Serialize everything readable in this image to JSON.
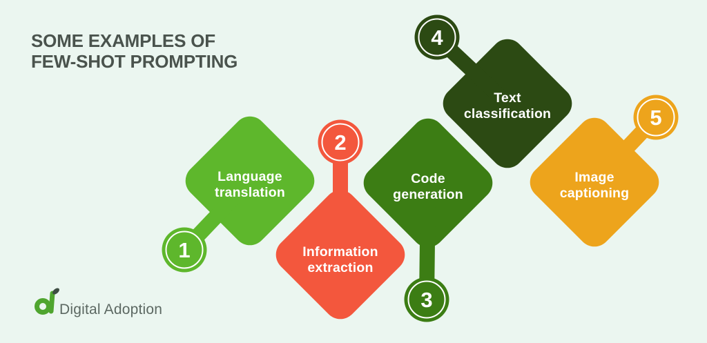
{
  "title": {
    "line1": "SOME EXAMPLES OF",
    "line2": "FEW-SHOT PROMPTING"
  },
  "items": [
    {
      "number": "1",
      "label_line1": "Language",
      "label_line2": "translation",
      "color": "#5eb72c"
    },
    {
      "number": "2",
      "label_line1": "Information",
      "label_line2": "extraction",
      "color": "#f3573d"
    },
    {
      "number": "3",
      "label_line1": "Code",
      "label_line2": "generation",
      "color": "#3c7d14"
    },
    {
      "number": "4",
      "label_line1": "Text",
      "label_line2": "classification",
      "color": "#2c4a13"
    },
    {
      "number": "5",
      "label_line1": "Image",
      "label_line2": "captioning",
      "color": "#eda41c"
    }
  ],
  "logo": {
    "text": "Digital Adoption",
    "mark_color": "#4fa52f",
    "leaf_color": "#3e4d43",
    "text_color": "#5c6862"
  },
  "colors": {
    "background": "#ebf6f0",
    "title": "#4a534d",
    "label_text": "#ffffff",
    "badge_ring": "#ffffff"
  }
}
